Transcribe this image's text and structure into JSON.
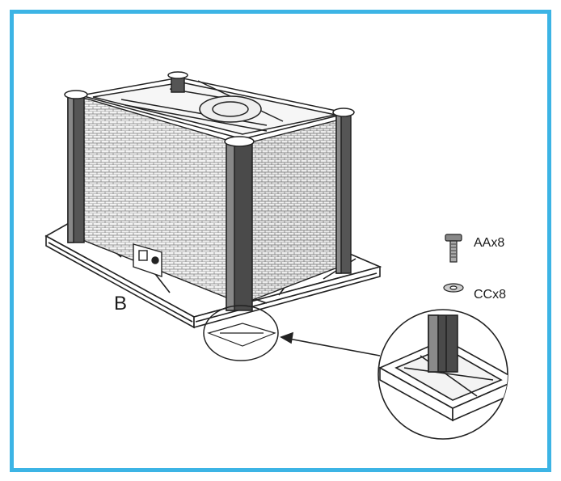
{
  "labels": {
    "part_b": "B",
    "hardware_aa": "AAx8",
    "hardware_cc": "CCx8"
  },
  "colors": {
    "frame_border": "#3cb4e5",
    "line": "#222222",
    "post": "#444444"
  },
  "icons": [
    "bolt-icon",
    "washer-icon",
    "arrow-icon"
  ]
}
